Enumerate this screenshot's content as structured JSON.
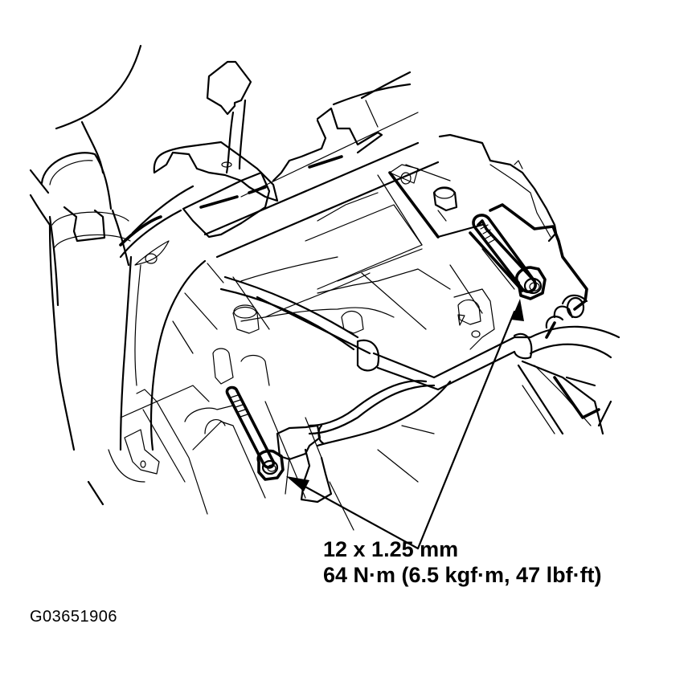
{
  "diagram": {
    "type": "technical-service-illustration",
    "subject": "engine component mounting bolts with wiring harness",
    "callout": {
      "bolt_size": "12 x 1.25 mm",
      "torque": "64 N·m (6.5 kgf·m, 47 lbf·ft)",
      "arrows_to": [
        "upper-right-bolt",
        "lower-left-bolt"
      ]
    },
    "figure_id": "G03651906",
    "colors": {
      "line": "#000000",
      "background": "#ffffff"
    }
  }
}
